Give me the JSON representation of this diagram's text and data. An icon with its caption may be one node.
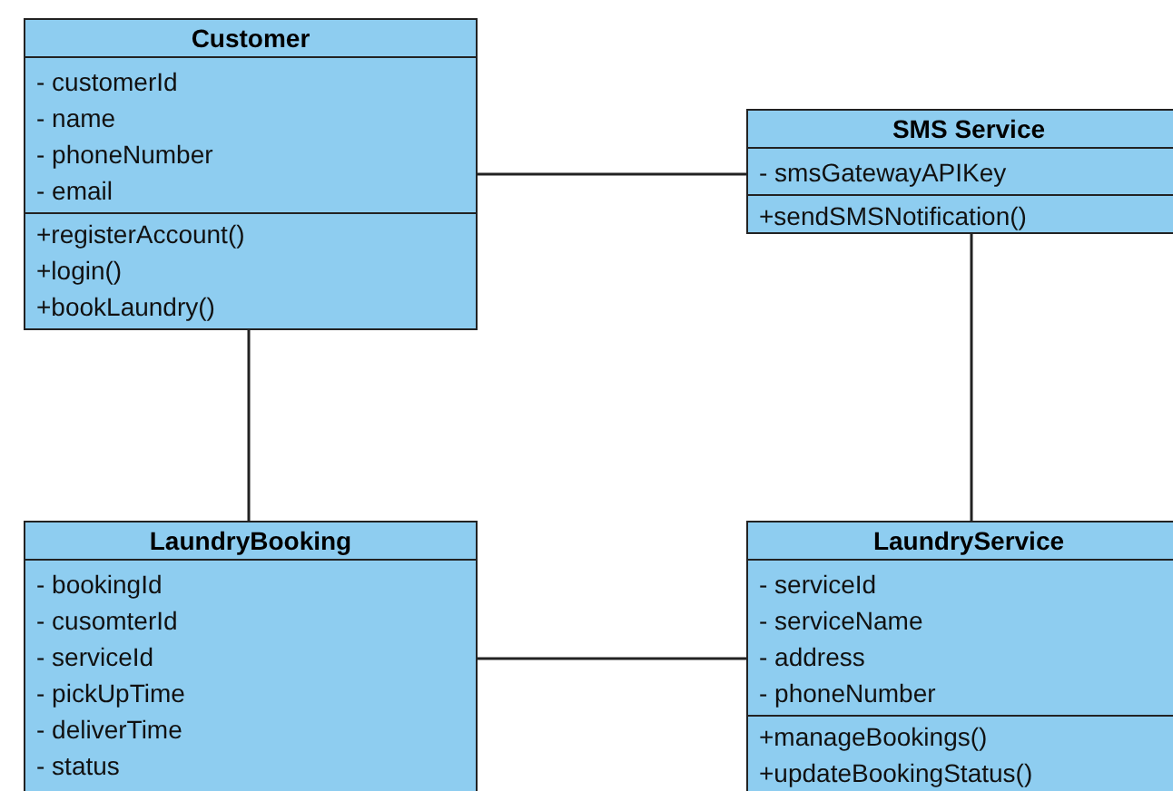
{
  "diagram": {
    "nodes": [
      {
        "text": [
          "Customer",
          "- customerId",
          "- name",
          "- phoneNumber",
          "- email",
          "+registerAccount()",
          "+login()",
          "+bookLaundry()"
        ]
      },
      {
        "text": [
          "SMS Service",
          "- smsGatewayAPIKey",
          "+sendSMSNotification()"
        ]
      },
      {
        "text": [
          "LaundryBooking",
          "- bookingId",
          "- cusomterId",
          "- serviceId",
          "- pickUpTime",
          "- deliverTime",
          "- status"
        ]
      },
      {
        "text": [
          "LaundryService",
          "- serviceId",
          "- serviceName",
          "- address",
          "- phoneNumber",
          "+manageBookings()",
          "+updateBookingStatus()"
        ]
      }
    ],
    "edges": [
      {
        "from": 0,
        "to": 1,
        "arrow": "none"
      },
      {
        "from": 0,
        "to": 2,
        "arrow": "none"
      },
      {
        "from": 1,
        "to": 3,
        "arrow": "none"
      },
      {
        "from": 2,
        "to": 3,
        "arrow": "none"
      }
    ]
  }
}
